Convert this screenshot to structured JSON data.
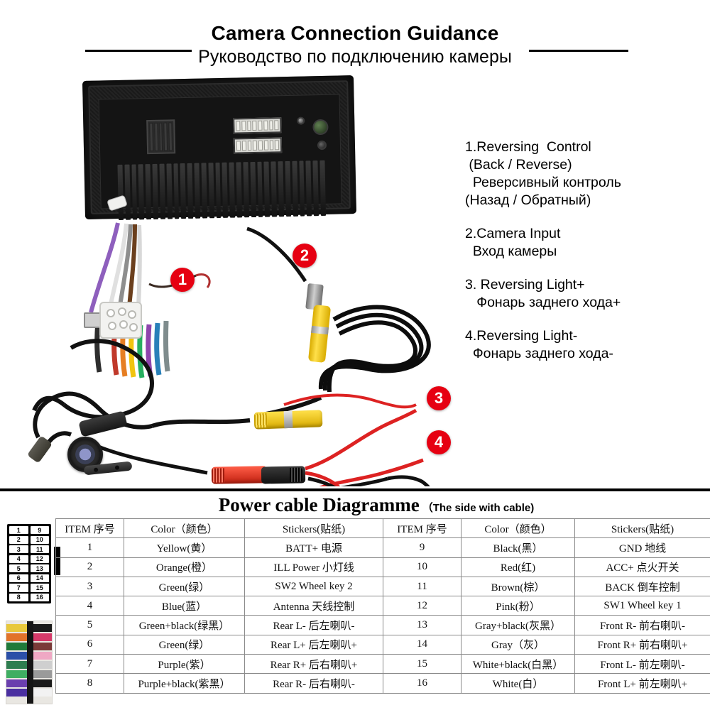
{
  "header": {
    "title_en": "Camera Connection Guidance",
    "title_ru": "Руководство по подключению камеры"
  },
  "legend": {
    "items": [
      {
        "line1": "1.Reversing  Control",
        "line2": " (Back / Reverse)",
        "line3": "  Реверсивный контроль",
        "line4": "(Назад / Обратный)"
      },
      {
        "line1": "2.Camera Input",
        "line2": "  Вход камеры",
        "line3": "",
        "line4": ""
      },
      {
        "line1": "3. Reversing Light+",
        "line2": "   Фонарь заднего хода+",
        "line3": "",
        "line4": ""
      },
      {
        "line1": "4.Reversing Light-",
        "line2": "  Фонарь заднего хода-",
        "line3": "",
        "line4": ""
      }
    ]
  },
  "callouts": [
    {
      "id": "1",
      "label": "1"
    },
    {
      "id": "2",
      "label": "2"
    },
    {
      "id": "3",
      "label": "3"
    },
    {
      "id": "4",
      "label": "4"
    }
  ],
  "table": {
    "title_main": "Power cable Diagramme",
    "title_sub": "（The side with cable)",
    "headers": [
      "ITEM 序号",
      "Color（颜色）",
      "Stickers(贴纸)",
      "ITEM 序号",
      "Color（颜色）",
      "Stickers(贴纸)"
    ],
    "rows": [
      [
        "1",
        "Yellow(黄）",
        "BATT+ 电源",
        "9",
        "Black(黑）",
        "GND 地线"
      ],
      [
        "2",
        "Orange(橙）",
        "ILL Power 小灯线",
        "10",
        "Red(红)",
        "ACC+ 点火开关"
      ],
      [
        "3",
        "Green(绿）",
        "SW2 Wheel key 2",
        "11",
        "Brown(棕）",
        "BACK 倒车控制"
      ],
      [
        "4",
        "Blue(蓝）",
        "Antenna 天线控制",
        "12",
        "Pink(粉）",
        "SW1 Wheel key 1"
      ],
      [
        "5",
        "Green+black(绿黑）",
        "Rear L- 后左喇叭-",
        "13",
        "Gray+black(灰黑）",
        "Front R- 前右喇叭-"
      ],
      [
        "6",
        "Green(绿）",
        "Rear L+ 后左喇叭+",
        "14",
        "Gray（灰）",
        "Front R+ 前右喇叭+"
      ],
      [
        "7",
        "Purple(紫）",
        "Rear R+ 后右喇叭+",
        "15",
        "White+black(白黑）",
        "Front L- 前左喇叭-"
      ],
      [
        "8",
        "Purple+black(紫黑）",
        "Rear R- 后右喇叭-",
        "16",
        "White(白）",
        "Front L+ 前左喇叭+"
      ]
    ]
  },
  "pinout": {
    "left_column": [
      "1",
      "2",
      "3",
      "4",
      "5",
      "6",
      "7",
      "8"
    ],
    "right_column": [
      "9",
      "10",
      "11",
      "12",
      "13",
      "14",
      "15",
      "16"
    ]
  },
  "colors": {
    "badge_red": "#e60012",
    "rule_black": "#000000",
    "rca_yellow": "#ffe04a",
    "rca_red": "#ff5d47"
  }
}
